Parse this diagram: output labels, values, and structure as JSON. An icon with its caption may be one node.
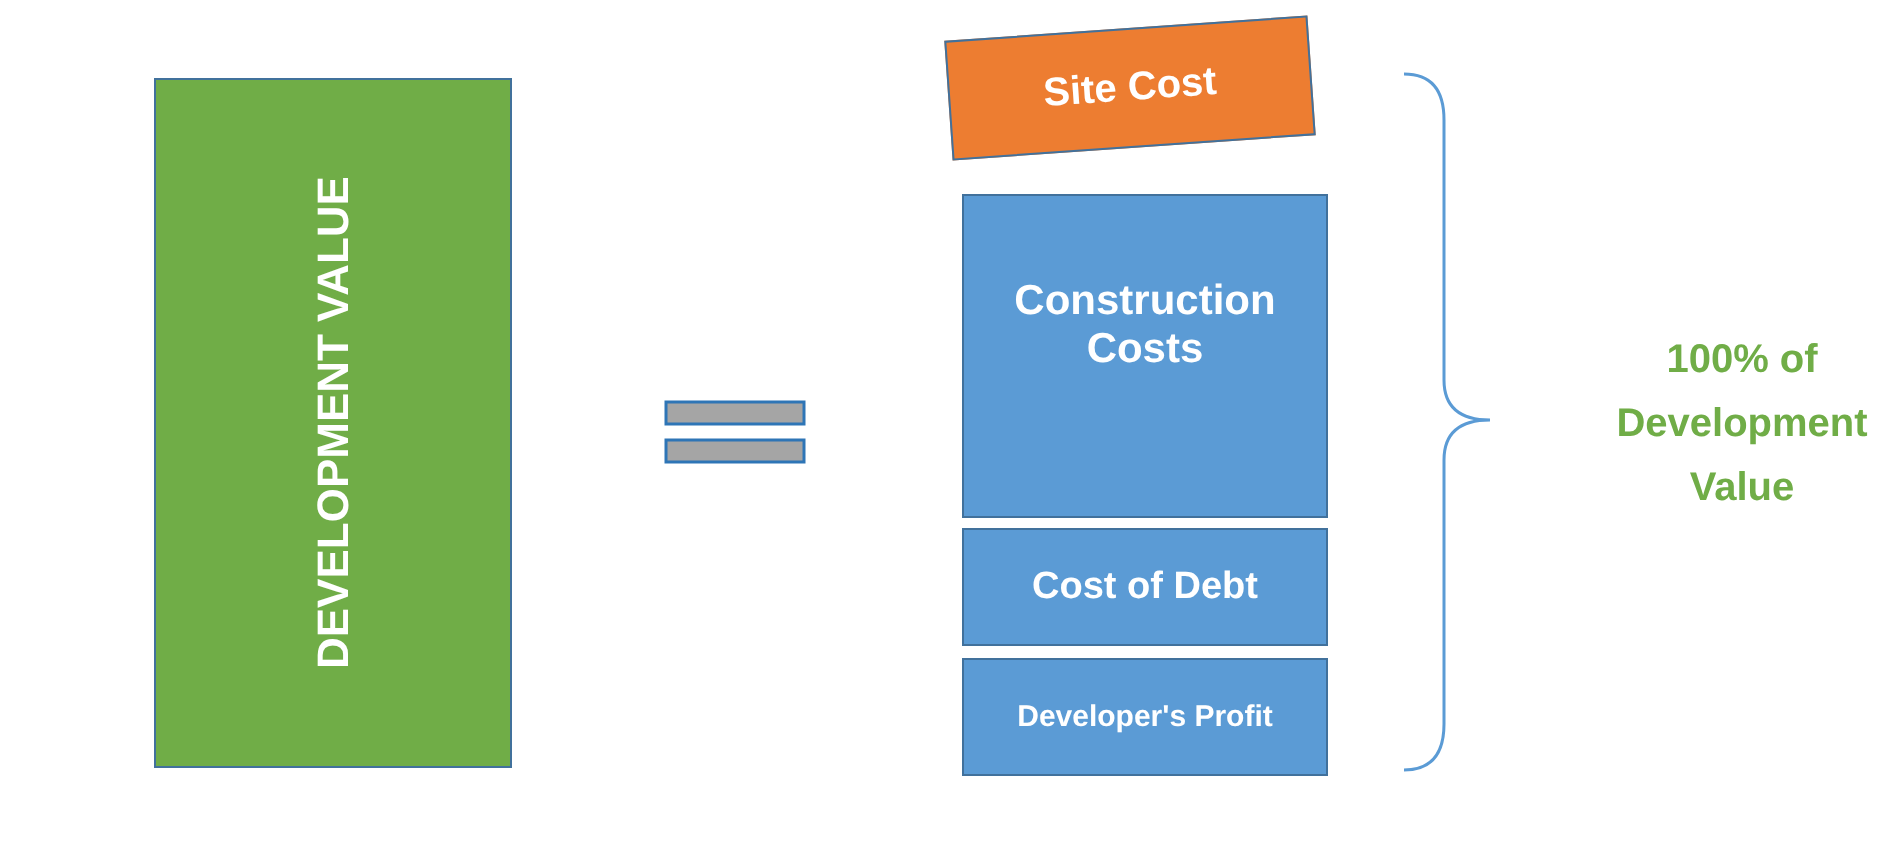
{
  "diagram": {
    "nodes": [
      {
        "text": [
          "DEVELOPMENT VALUE"
        ]
      },
      {
        "text": [
          "Site Cost"
        ]
      },
      {
        "text": [
          "Construction Costs"
        ]
      },
      {
        "text": [
          "Cost of Debt"
        ]
      },
      {
        "text": [
          "Developer's Profit"
        ]
      }
    ],
    "labels": [
      "100% of Development Value"
    ]
  }
}
